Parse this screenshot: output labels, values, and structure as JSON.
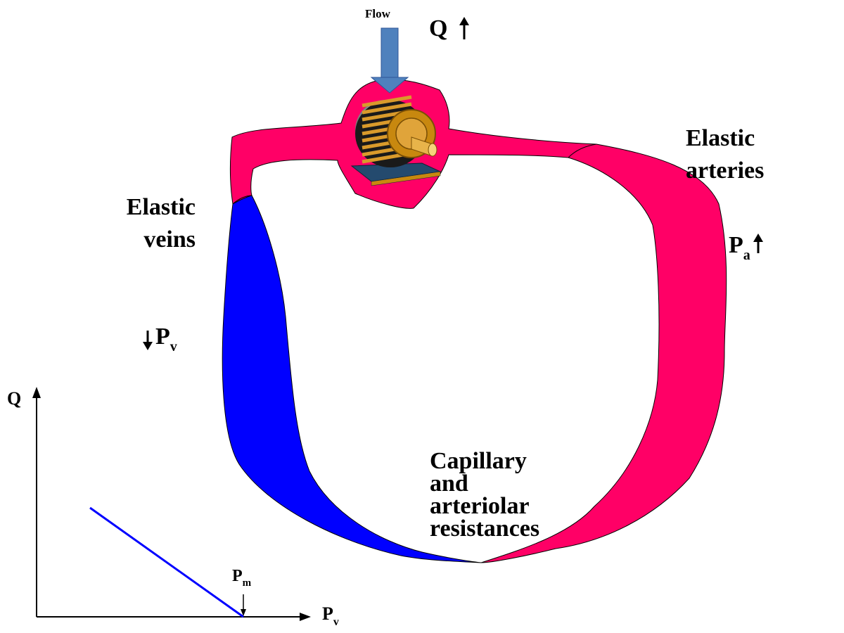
{
  "flow_arrow": {
    "label": "Flow"
  },
  "cardiac_output": {
    "symbol": "Q",
    "trend": "increase"
  },
  "elastic_arteries": {
    "line1": "Elastic",
    "line2": "arteries"
  },
  "elastic_veins": {
    "line1": "Elastic",
    "line2": "veins"
  },
  "arterial_pressure": {
    "base": "P",
    "sub": "a",
    "trend": "increase"
  },
  "venous_pressure": {
    "base": "P",
    "sub": "v",
    "trend": "decrease"
  },
  "capillary_resistances": {
    "line1": "Capillary",
    "line2": "and",
    "line3": "arteriolar",
    "line4": "resistances"
  },
  "colors": {
    "arterial": "#ff0066",
    "venous": "#0000ff",
    "flow_arrow": "#4f81bd",
    "graph_line": "#0000ff",
    "gear": "#d99a2b",
    "motor_body": "#c8880f",
    "motor_base": "#244a6e"
  },
  "graph": {
    "y_axis_label": "Q",
    "x_axis": {
      "base": "P",
      "sub": "v"
    },
    "marker": {
      "base": "P",
      "sub": "m"
    },
    "trend": "Q decreases linearly as Pv increases, reaching zero at Pm"
  }
}
